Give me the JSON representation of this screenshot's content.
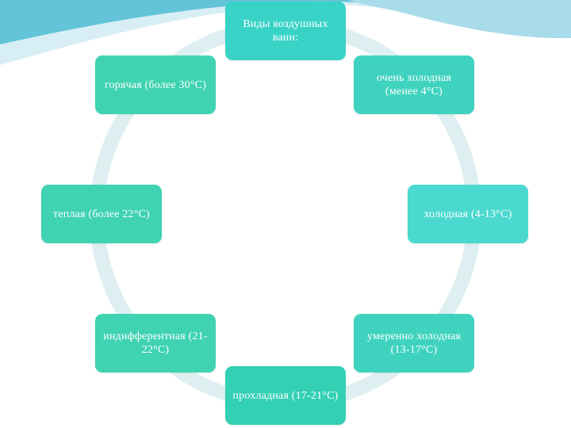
{
  "diagram": {
    "nodes": [
      {
        "id": "top",
        "label": "Виды воздушных ванн:",
        "color": "#38d3c6"
      },
      {
        "id": "top-right",
        "label": "очень холодная (менее 4°С)",
        "color": "#3fd3bf"
      },
      {
        "id": "right",
        "label": "холодная (4-13°С)",
        "color": "#4bd8cf"
      },
      {
        "id": "bottom-right",
        "label": "умеренно холодная (13-17°С)",
        "color": "#3fd3bf"
      },
      {
        "id": "bottom",
        "label": "прохладная (17-21°С)",
        "color": "#34d0b4"
      },
      {
        "id": "bottom-left",
        "label": "индифферентная (21-22°С)",
        "color": "#3fd3b2"
      },
      {
        "id": "left",
        "label": "теплая (более 22°С)",
        "color": "#3fd3b2"
      },
      {
        "id": "top-left",
        "label": "горячая (более 30°С)",
        "color": "#3fd3b2"
      }
    ]
  },
  "theme": {
    "ring_color": "#ddeff0",
    "wave_color": "#63c3d8"
  }
}
